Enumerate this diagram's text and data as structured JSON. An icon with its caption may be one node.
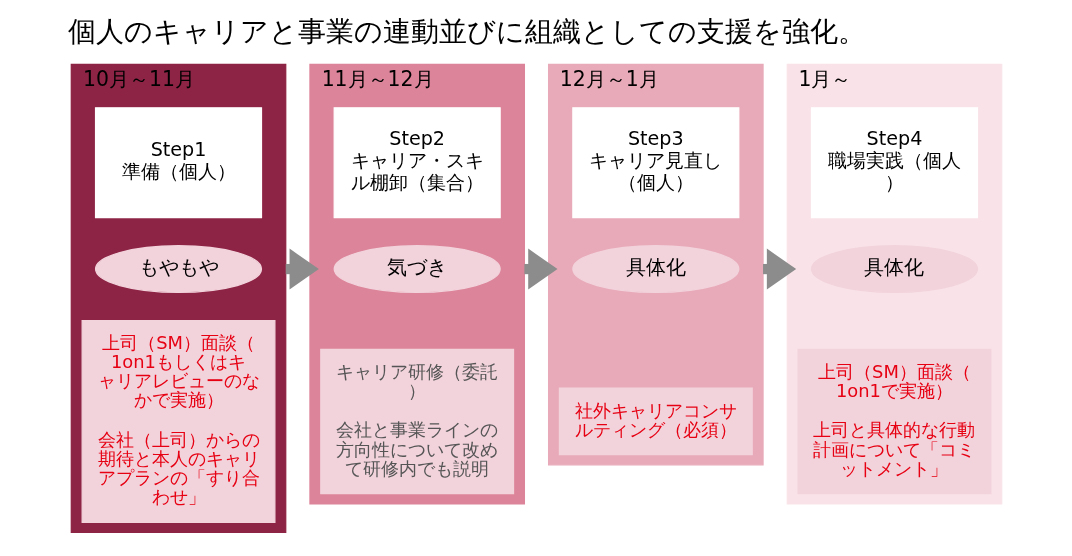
{
  "diagram": {
    "title": "個人のキャリアと事業の連動並びに組織としての支援を強化。",
    "nodes": [
      {
        "text": [
          "10月～11月"
        ]
      },
      {
        "text": [
          "Step1",
          "準備（個人）"
        ],
        "in": 0
      },
      {
        "text": [
          "もやもや"
        ],
        "in": 0
      },
      {
        "text": [
          "上司（SM）面談（1on1もしくはキャリアレビューのなかで実施）",
          "会社（上司）からの期待と本人のキャリアプランの「すり合わせ」"
        ],
        "in": 0
      },
      {
        "text": [
          "11月～12月"
        ]
      },
      {
        "text": [
          "Step2",
          "キャリア・スキル棚卸（集合）"
        ],
        "in": 4
      },
      {
        "text": [
          "気づき"
        ],
        "in": 4
      },
      {
        "text": [
          "キャリア研修（委託）",
          "会社と事業ラインの方向性について改めて研修内でも説明"
        ],
        "in": 4
      },
      {
        "text": [
          "12月～1月"
        ]
      },
      {
        "text": [
          "Step3",
          "キャリア見直し（個人）"
        ],
        "in": 8
      },
      {
        "text": [
          "具体化"
        ],
        "in": 8
      },
      {
        "text": [
          "社外キャリアコンサルティング（必須）"
        ],
        "in": 8
      },
      {
        "text": [
          "1月～"
        ]
      },
      {
        "text": [
          "Step4",
          "職場実践（個人）"
        ],
        "in": 12
      },
      {
        "text": [
          "具体化"
        ],
        "in": 12
      },
      {
        "text": [
          "上司（SM）面談（1on1で実施）",
          "上司と具体的な行動計画について「コミットメント」"
        ],
        "in": 12
      }
    ],
    "edges": [
      {
        "from": 0,
        "to": 4,
        "arrow": "to"
      },
      {
        "from": 4,
        "to": 8,
        "arrow": "to"
      },
      {
        "from": 8,
        "to": 12,
        "arrow": "to"
      }
    ]
  }
}
